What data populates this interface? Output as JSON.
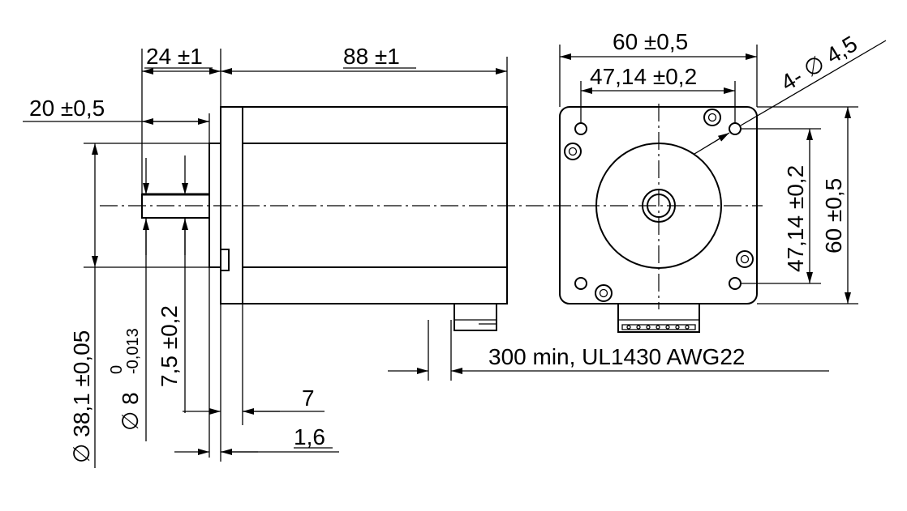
{
  "dimensions": {
    "body_length": "88 ±1",
    "shaft_length": "24 ±1",
    "flat_length": "20 ±0,5",
    "flange_width": "60 ±0,5",
    "hole_spacing": "47,14 ±0,2",
    "hole_spacing_vertical": "47,14 ±0,2",
    "flange_height": "60 ±0,5",
    "mounting_holes": "4- ∅ 4,5",
    "pilot_diameter": "∅ 38,1 ±0,05",
    "shaft_diameter_symbol": "∅ 8",
    "shaft_tol_upper": "0",
    "shaft_tol_lower": "-0,013",
    "flat_depth": "7,5 ±0,2",
    "flange_thickness": "7",
    "pilot_depth": "1,6",
    "cable": "300 min, UL1430 AWG22"
  },
  "colors": {
    "line": "#000000",
    "background": "#ffffff"
  }
}
